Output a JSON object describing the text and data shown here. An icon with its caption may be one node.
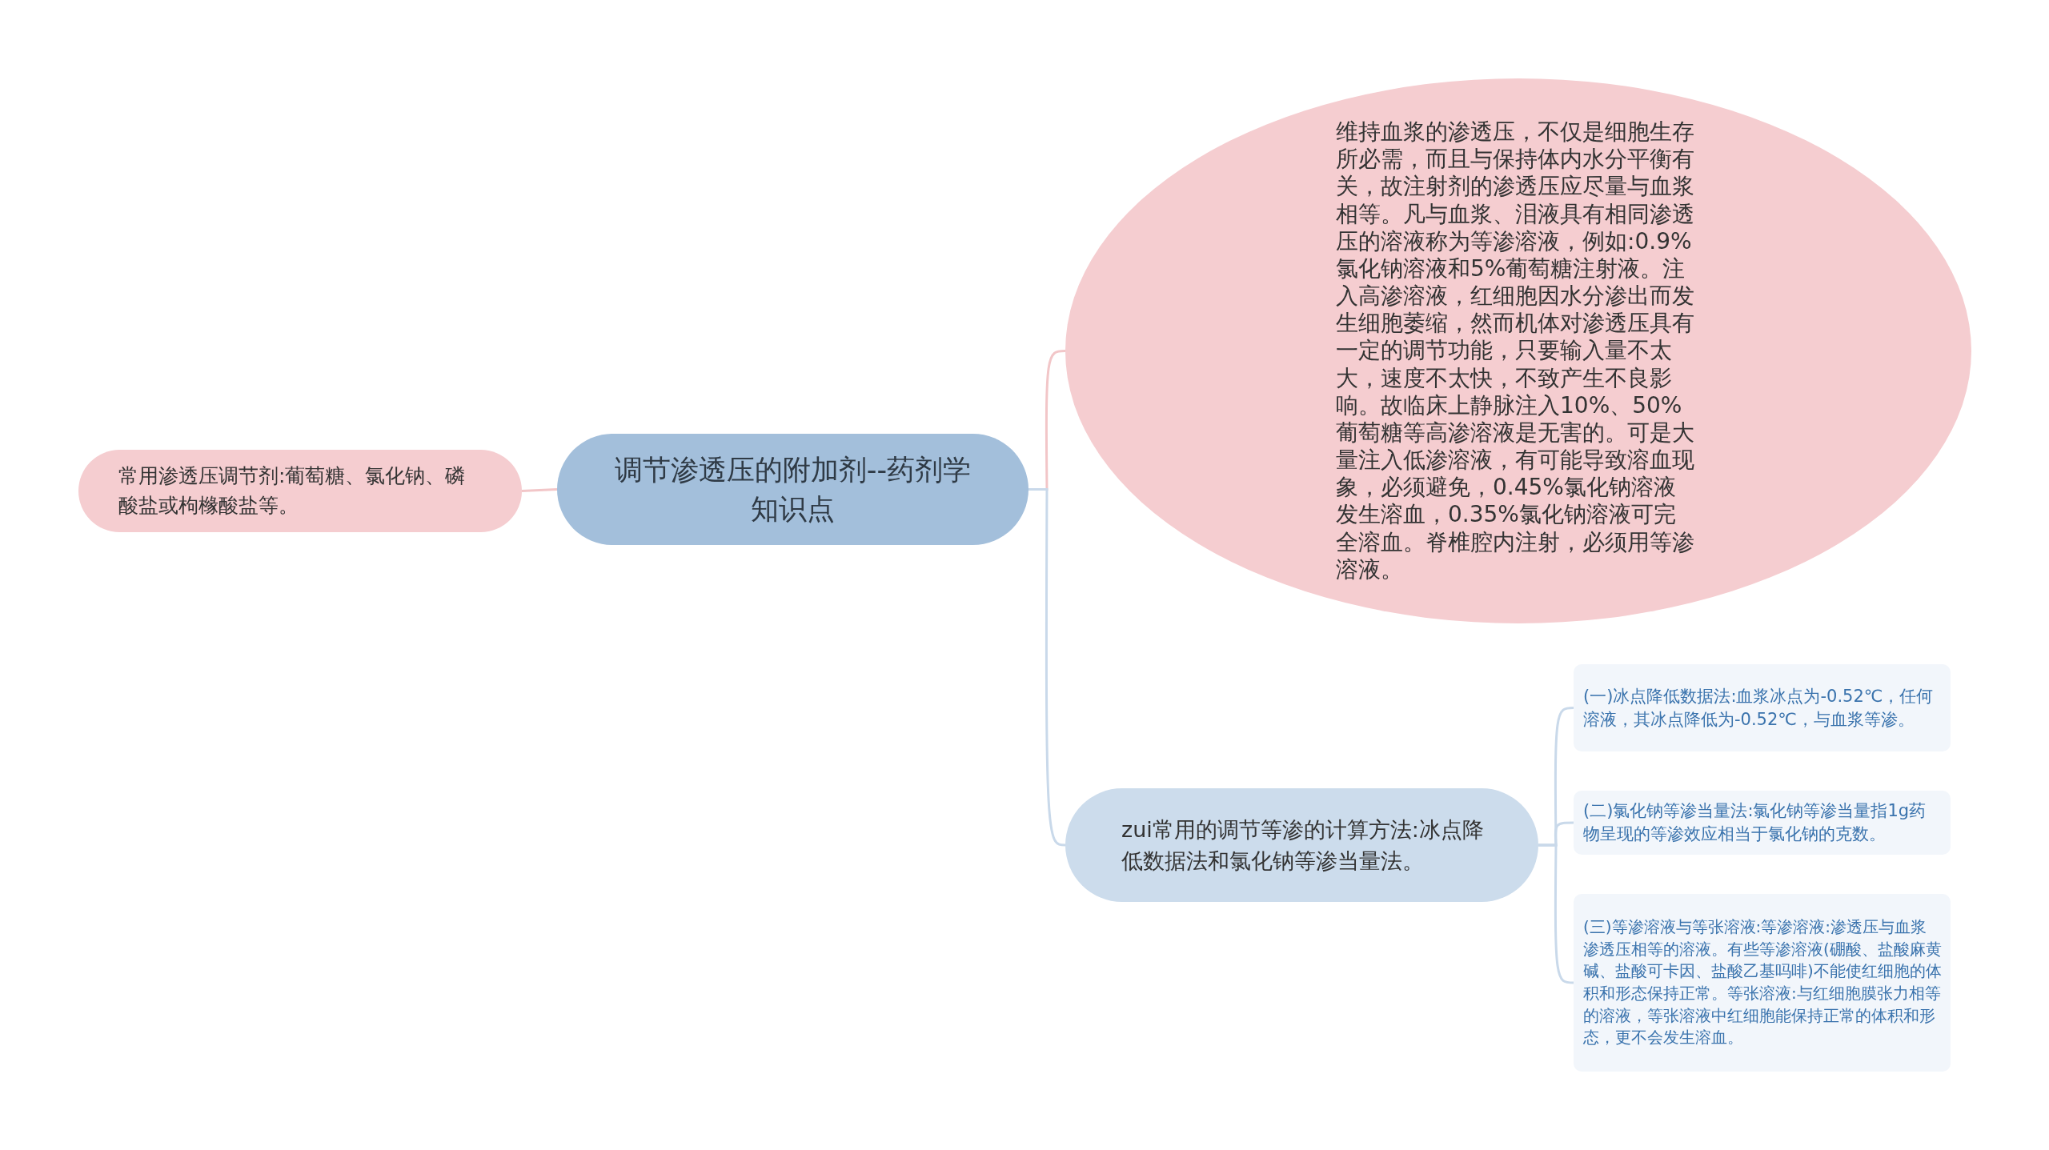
{
  "diagram": {
    "nodes": [
      {
        "text": [
          "调节渗透压的附加剂--药剂学知识点"
        ]
      },
      {
        "text": [
          "常用渗透压调节剂:葡萄糖、氯化钠、磷酸盐或枸橼酸盐等。"
        ]
      },
      {
        "text": [
          "维持血浆的渗透压，不仅是细胞生存所必需，而且与保持体内水分平衡有关，故注射剂的渗透压应尽量与血浆相等。凡与血浆、泪液具有相同渗透压的溶液称为等渗溶液，例如:0.9%氯化钠溶液和5%葡萄糖注射液。注入高渗溶液，红细胞因水分渗出而发生细胞萎缩，然而机体对渗透压具有一定的调节功能，只要输入量不太大，速度不太快，不致产生不良影响。故临床上静脉注入10%、50%葡萄糖等高渗溶液是无害的。可是大量注入低渗溶液，有可能导致溶血现象，必须避免，0.45%氯化钠溶液发生溶血，0.35%氯化钠溶液可完全溶血。脊椎腔内注射，必须用等渗溶液。"
        ]
      },
      {
        "text": [
          "zui常用的调节等渗的计算方法:冰点降低数据法和氯化钠等渗当量法。"
        ]
      },
      {
        "text": [
          "(一)冰点降低数据法:血浆冰点为-0.52℃，任何溶液，其冰点降低为-0.52℃，与血浆等渗。"
        ]
      },
      {
        "text": [
          "(二)氯化钠等渗当量法:氯化钠等渗当量指1g药物呈现的等渗效应相当于氯化钠的克数。"
        ]
      },
      {
        "text": [
          "(三)等渗溶液与等张溶液:等渗溶液:渗透压与血浆渗透压相等的溶液。有些等渗溶液(硼酸、盐酸麻黄碱、盐酸可卡因、盐酸乙基吗啡)不能使红细胞的体积和形态保持正常。等张溶液:与红细胞膜张力相等的溶液，等张溶液中红细胞能保持正常的体积和形态，更不会发生溶血。"
        ]
      }
    ],
    "edges": [
      {
        "from": 0,
        "to": 1,
        "arrow": "none",
        "color": "#f2c6c8"
      },
      {
        "from": 0,
        "to": 2,
        "arrow": "none",
        "color": "#f2c6c8"
      },
      {
        "from": 0,
        "to": 3,
        "arrow": "none"
      },
      {
        "from": 3,
        "to": 4,
        "arrow": "none"
      },
      {
        "from": 3,
        "to": 5,
        "arrow": "none"
      },
      {
        "from": 3,
        "to": 6,
        "arrow": "none"
      }
    ]
  }
}
